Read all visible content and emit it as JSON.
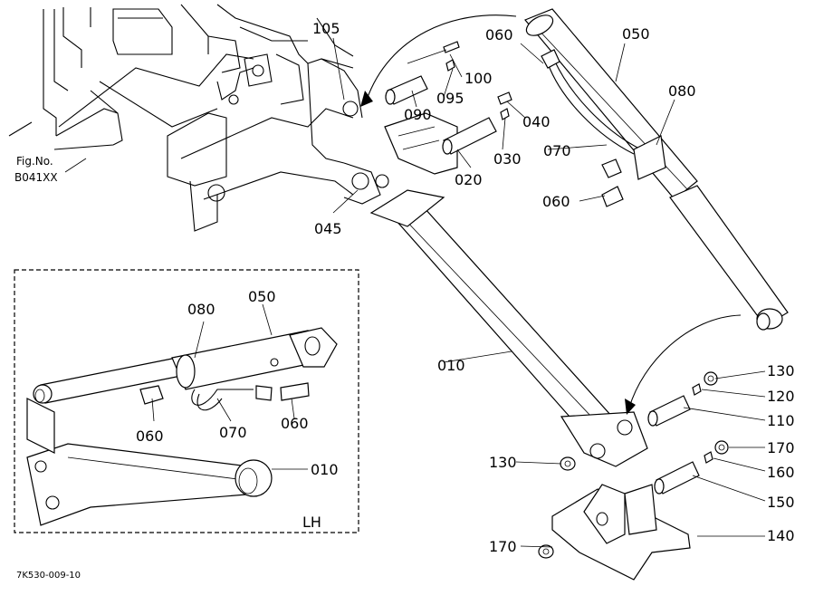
{
  "fig_ref": {
    "line1": "Fig.No.",
    "line2": "B041XX"
  },
  "image_code": "7K530-009-10",
  "inset_label": "LH",
  "callouts": {
    "c105": "105",
    "c060a": "060",
    "c050a": "050",
    "c100": "100",
    "c095": "095",
    "c090": "090",
    "c080a": "080",
    "c040": "040",
    "c030": "030",
    "c070a": "070",
    "c020": "020",
    "c060b": "060",
    "c045": "045",
    "c010a": "010",
    "c130a": "130",
    "c120": "120",
    "c110": "110",
    "c130b": "130",
    "c170a": "170",
    "c160": "160",
    "c150": "150",
    "c170b": "170",
    "c140": "140",
    "c080b": "080",
    "c050b": "050",
    "c060c": "060",
    "c070b": "070",
    "c060d": "060",
    "c010b": "010"
  }
}
